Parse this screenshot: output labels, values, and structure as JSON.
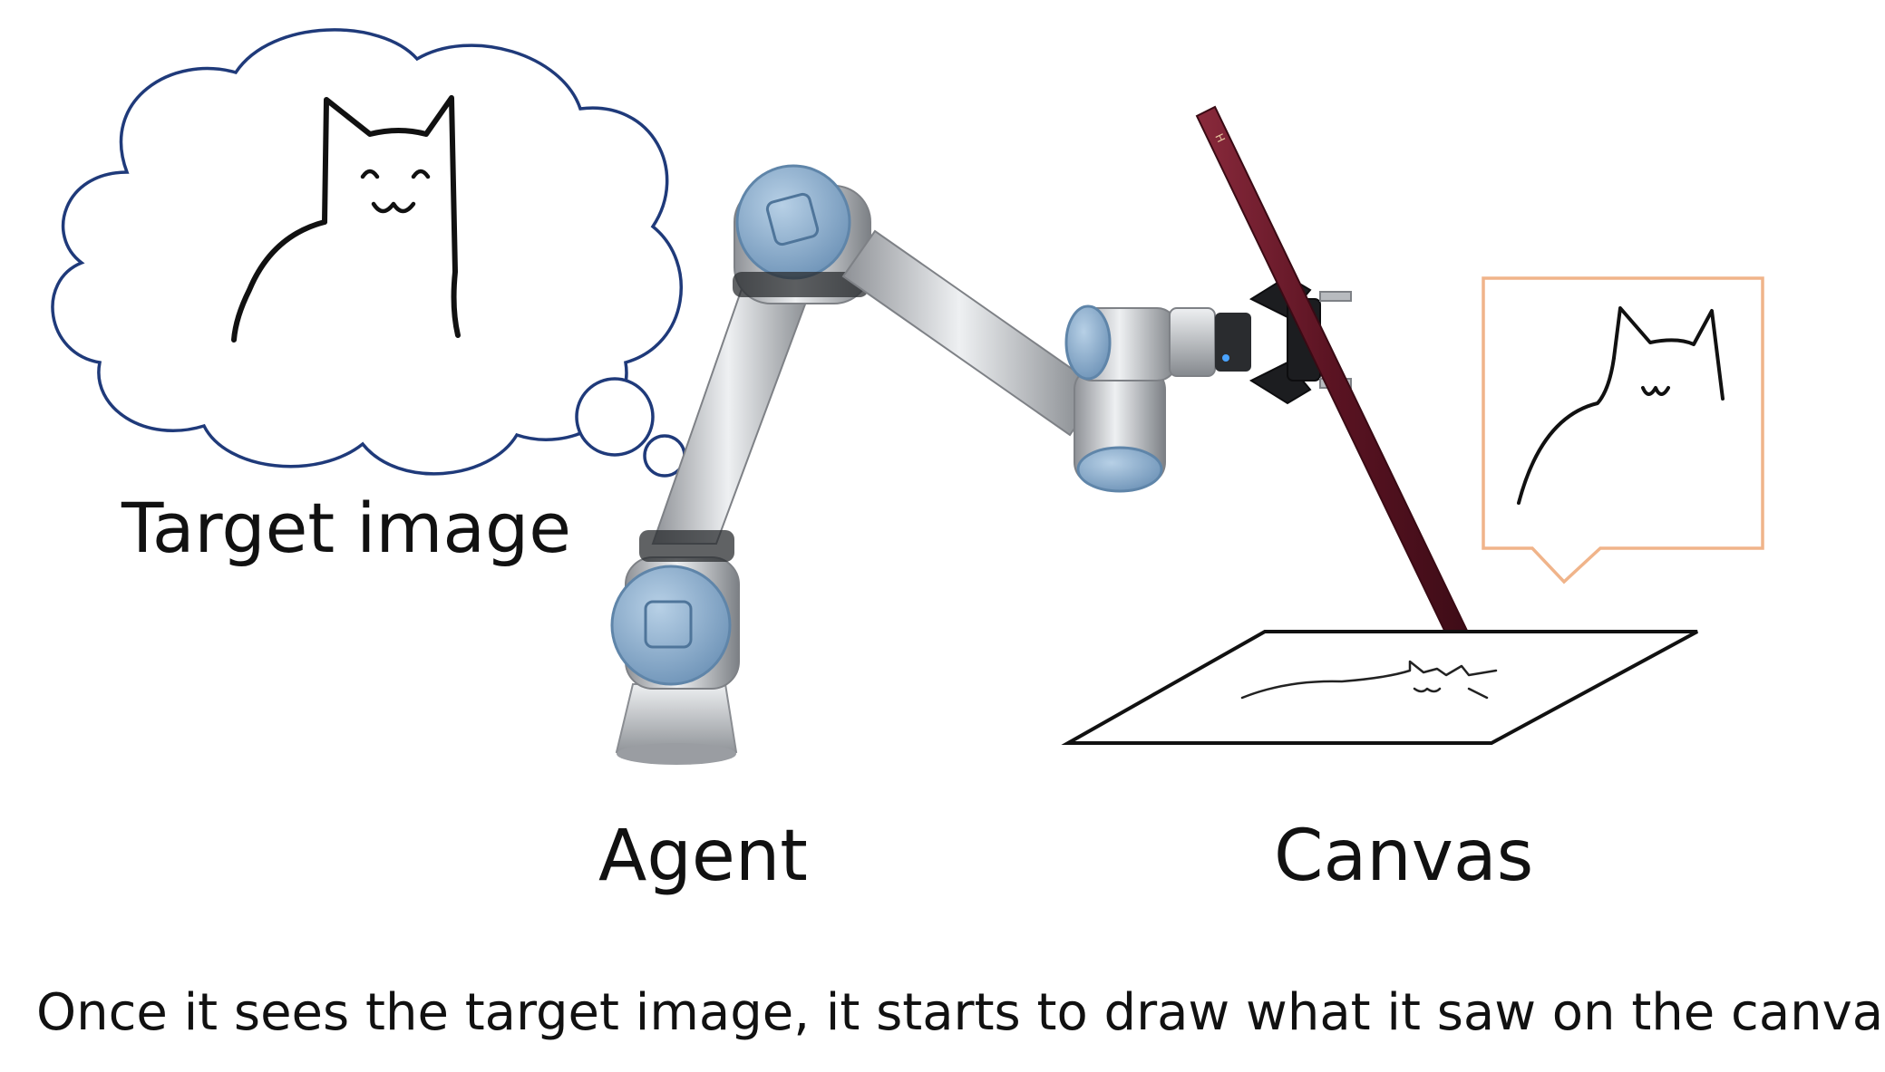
{
  "labels": {
    "target_image": "Target image",
    "agent": "Agent",
    "canvas": "Canvas"
  },
  "caption": "Once it sees the target image, it starts to draw what it saw on the canvas.",
  "colors": {
    "thought_cloud_outline": "#1f3a7a",
    "speech_box_outline": "#f0b48a",
    "robot_joint_blue": "#8fb0cf",
    "robot_link_silver": "#c8cacd",
    "pencil_body": "#6a1b2a",
    "ink": "#111111"
  },
  "icons": {
    "robot": "robot-arm-icon",
    "pencil": "pencil-icon",
    "cat": "cat-drawing-icon"
  }
}
